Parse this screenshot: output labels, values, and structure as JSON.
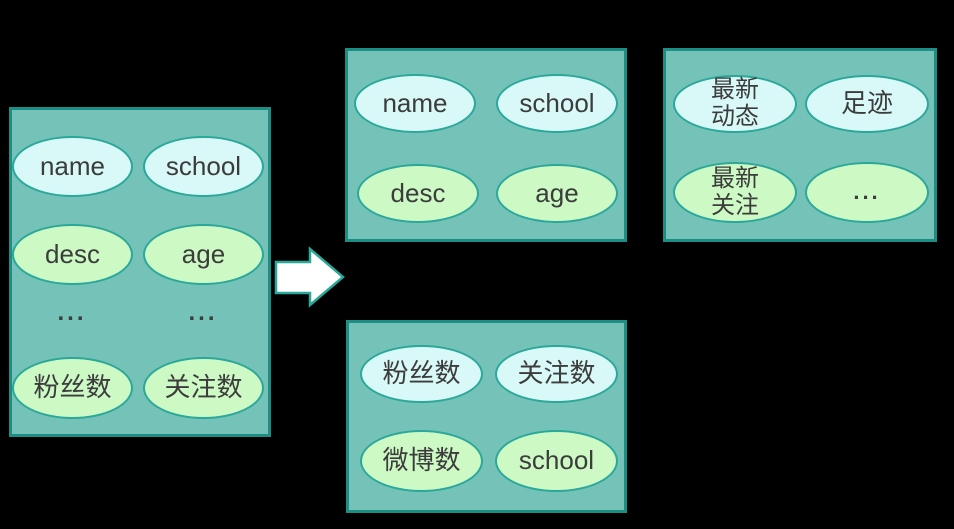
{
  "diagram": {
    "description": "Entity attribute mapping diagram: one source attribute set split/transformed into multiple attribute sets",
    "colors": {
      "background": "#000000",
      "box_fill": "#74c2b8",
      "box_border": "#1d8e83",
      "ellipse_cyan": "#d8f9f7",
      "ellipse_green": "#cdf9c5",
      "ellipse_border": "#2aa89a",
      "text": "#3c3c3c",
      "arrow_fill": "#ffffff",
      "arrow_border": "#2aa89a"
    },
    "arrow": {
      "name": "right-arrow",
      "direction": "right"
    },
    "boxes": {
      "source": {
        "items": [
          {
            "label": "name"
          },
          {
            "label": "school"
          },
          {
            "label": "desc"
          },
          {
            "label": "age"
          },
          {
            "label": "..."
          },
          {
            "label": "..."
          },
          {
            "label": "粉丝数"
          },
          {
            "label": "关注数"
          }
        ]
      },
      "profile": {
        "items": [
          {
            "label": "name"
          },
          {
            "label": "school"
          },
          {
            "label": "desc"
          },
          {
            "label": "age"
          }
        ]
      },
      "stats": {
        "items": [
          {
            "label": "粉丝数"
          },
          {
            "label": "关注数"
          },
          {
            "label": "微博数"
          },
          {
            "label": "school"
          }
        ]
      },
      "activity": {
        "items": [
          {
            "label": "最新\n动态"
          },
          {
            "label": "足迹"
          },
          {
            "label": "最新\n关注"
          },
          {
            "label": "..."
          }
        ]
      }
    }
  }
}
